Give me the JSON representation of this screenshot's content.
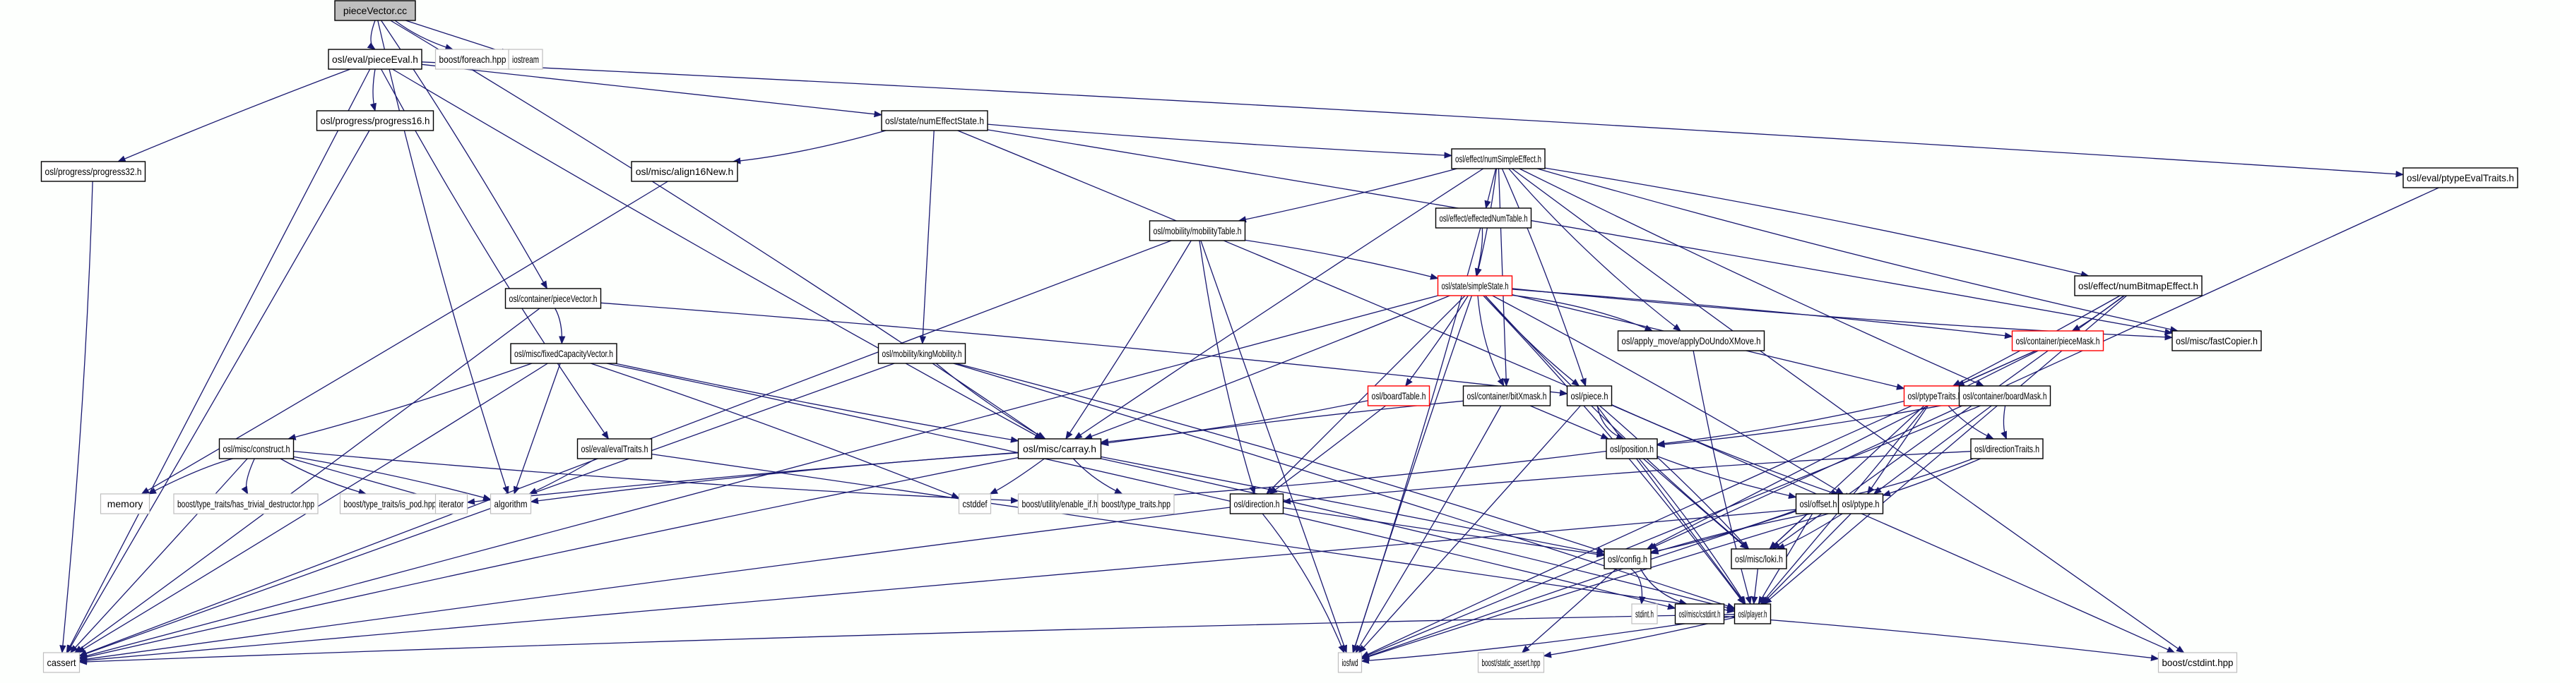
{
  "title": "pieceVector.cc",
  "colors": {
    "edge": "#191970",
    "border_normal": "#000000",
    "border_truncated": "#ff0000",
    "border_system": "#bfbfbf",
    "fill_root": "#bfbfbf",
    "fill_normal": "#ffffff",
    "background": "#fdfffd"
  },
  "nodes": [
    {
      "id": "root",
      "label": "pieceVector.cc",
      "kind": "root"
    },
    {
      "id": "pieceEval",
      "label": "osl/eval/pieceEval.h",
      "kind": "normal"
    },
    {
      "id": "foreach",
      "label": "boost/foreach.hpp",
      "kind": "system"
    },
    {
      "id": "iostream",
      "label": "iostream",
      "kind": "system"
    },
    {
      "id": "progress16",
      "label": "osl/progress/progress16.h",
      "kind": "normal"
    },
    {
      "id": "numEffectState",
      "label": "osl/state/numEffectState.h",
      "kind": "normal"
    },
    {
      "id": "progress32",
      "label": "osl/progress/progress32.h",
      "kind": "normal"
    },
    {
      "id": "align16New",
      "label": "osl/misc/align16New.h",
      "kind": "normal"
    },
    {
      "id": "numSimpleEffect",
      "label": "osl/effect/numSimpleEffect.h",
      "kind": "normal"
    },
    {
      "id": "ptypeEvalTraits",
      "label": "osl/eval/ptypeEvalTraits.h",
      "kind": "normal"
    },
    {
      "id": "mobilityTable",
      "label": "osl/mobility/mobilityTable.h",
      "kind": "normal"
    },
    {
      "id": "effectedNumTable",
      "label": "osl/effect/effectedNumTable.h",
      "kind": "normal"
    },
    {
      "id": "numBitmapEffect",
      "label": "osl/effect/numBitmapEffect.h",
      "kind": "normal"
    },
    {
      "id": "simpleState",
      "label": "osl/state/simpleState.h",
      "kind": "truncated"
    },
    {
      "id": "containerPieceVector",
      "label": "osl/container/pieceVector.h",
      "kind": "normal"
    },
    {
      "id": "applyDoUndoXMove",
      "label": "osl/apply_move/applyDoUndoXMove.h",
      "kind": "normal"
    },
    {
      "id": "pieceMask",
      "label": "osl/container/pieceMask.h",
      "kind": "truncated"
    },
    {
      "id": "fastCopier",
      "label": "osl/misc/fastCopier.h",
      "kind": "normal"
    },
    {
      "id": "fixedCapacityVector",
      "label": "osl/misc/fixedCapacityVector.h",
      "kind": "normal"
    },
    {
      "id": "kingMobility",
      "label": "osl/mobility/kingMobility.h",
      "kind": "normal"
    },
    {
      "id": "boardTable",
      "label": "osl/boardTable.h",
      "kind": "truncated"
    },
    {
      "id": "bitXmask",
      "label": "osl/container/bitXmask.h",
      "kind": "normal"
    },
    {
      "id": "piece",
      "label": "osl/piece.h",
      "kind": "normal"
    },
    {
      "id": "ptypeTraits",
      "label": "osl/ptypeTraits.h",
      "kind": "truncated"
    },
    {
      "id": "boardMask",
      "label": "osl/container/boardMask.h",
      "kind": "normal"
    },
    {
      "id": "construct",
      "label": "osl/misc/construct.h",
      "kind": "normal"
    },
    {
      "id": "evalTraits",
      "label": "osl/eval/evalTraits.h",
      "kind": "normal"
    },
    {
      "id": "carray",
      "label": "osl/misc/carray.h",
      "kind": "normal"
    },
    {
      "id": "position",
      "label": "osl/position.h",
      "kind": "normal"
    },
    {
      "id": "directionTraits",
      "label": "osl/directionTraits.h",
      "kind": "normal"
    },
    {
      "id": "memory",
      "label": "memory",
      "kind": "system"
    },
    {
      "id": "hasTrivialDestructor",
      "label": "boost/type_traits/has_trivial_destructor.hpp",
      "kind": "system"
    },
    {
      "id": "isPod",
      "label": "boost/type_traits/is_pod.hpp",
      "kind": "system"
    },
    {
      "id": "iterator",
      "label": "iterator",
      "kind": "system"
    },
    {
      "id": "algorithm",
      "label": "algorithm",
      "kind": "system"
    },
    {
      "id": "cstddef",
      "label": "cstddef",
      "kind": "system"
    },
    {
      "id": "enableIf",
      "label": "boost/utility/enable_if.hpp",
      "kind": "system"
    },
    {
      "id": "typeTraits",
      "label": "boost/type_traits.hpp",
      "kind": "system"
    },
    {
      "id": "direction",
      "label": "osl/direction.h",
      "kind": "normal"
    },
    {
      "id": "offset",
      "label": "osl/offset.h",
      "kind": "normal"
    },
    {
      "id": "ptype",
      "label": "osl/ptype.h",
      "kind": "normal"
    },
    {
      "id": "config",
      "label": "osl/config.h",
      "kind": "normal"
    },
    {
      "id": "loki",
      "label": "osl/misc/loki.h",
      "kind": "normal"
    },
    {
      "id": "stdint",
      "label": "stdint.h",
      "kind": "system"
    },
    {
      "id": "cstdintH",
      "label": "osl/misc/cstdint.h",
      "kind": "normal"
    },
    {
      "id": "player",
      "label": "osl/player.h",
      "kind": "normal"
    },
    {
      "id": "cassert",
      "label": "cassert",
      "kind": "system"
    },
    {
      "id": "iosfwd",
      "label": "iosfwd",
      "kind": "system"
    },
    {
      "id": "staticAssert",
      "label": "boost/static_assert.hpp",
      "kind": "system"
    },
    {
      "id": "boostCstdint",
      "label": "boost/cstdint.hpp",
      "kind": "system"
    }
  ],
  "edges": [
    [
      "root",
      "pieceEval"
    ],
    [
      "root",
      "foreach"
    ],
    [
      "root",
      "iostream"
    ],
    [
      "root",
      "containerPieceVector"
    ],
    [
      "root",
      "carray"
    ],
    [
      "root",
      "algorithm"
    ],
    [
      "pieceEval",
      "progress16"
    ],
    [
      "pieceEval",
      "numEffectState"
    ],
    [
      "pieceEval",
      "progress32"
    ],
    [
      "pieceEval",
      "ptypeEvalTraits"
    ],
    [
      "pieceEval",
      "evalTraits"
    ],
    [
      "pieceEval",
      "carray"
    ],
    [
      "pieceEval",
      "cassert"
    ],
    [
      "progress16",
      "cassert"
    ],
    [
      "progress32",
      "cassert"
    ],
    [
      "numEffectState",
      "align16New"
    ],
    [
      "numEffectState",
      "numSimpleEffect"
    ],
    [
      "numEffectState",
      "kingMobility"
    ],
    [
      "numEffectState",
      "fastCopier"
    ],
    [
      "numEffectState",
      "boostCstdint"
    ],
    [
      "align16New",
      "memory"
    ],
    [
      "numSimpleEffect",
      "mobilityTable"
    ],
    [
      "numSimpleEffect",
      "effectedNumTable"
    ],
    [
      "numSimpleEffect",
      "simpleState"
    ],
    [
      "numSimpleEffect",
      "numBitmapEffect"
    ],
    [
      "numSimpleEffect",
      "applyDoUndoXMove"
    ],
    [
      "numSimpleEffect",
      "boardMask"
    ],
    [
      "numSimpleEffect",
      "bitXmask"
    ],
    [
      "numSimpleEffect",
      "piece"
    ],
    [
      "numSimpleEffect",
      "carray"
    ],
    [
      "numSimpleEffect",
      "fastCopier"
    ],
    [
      "numSimpleEffect",
      "boostCstdint"
    ],
    [
      "ptypeEvalTraits",
      "config"
    ],
    [
      "mobilityTable",
      "simpleState"
    ],
    [
      "mobilityTable",
      "carray"
    ],
    [
      "mobilityTable",
      "direction"
    ],
    [
      "mobilityTable",
      "cassert"
    ],
    [
      "mobilityTable",
      "iosfwd"
    ],
    [
      "effectedNumTable",
      "simpleState"
    ],
    [
      "effectedNumTable",
      "iosfwd"
    ],
    [
      "numBitmapEffect",
      "pieceMask"
    ],
    [
      "numBitmapEffect",
      "ptypeTraits"
    ],
    [
      "numBitmapEffect",
      "loki"
    ],
    [
      "numBitmapEffect",
      "player"
    ],
    [
      "simpleState",
      "boardTable"
    ],
    [
      "simpleState",
      "bitXmask"
    ],
    [
      "simpleState",
      "piece"
    ],
    [
      "simpleState",
      "ptypeTraits"
    ],
    [
      "simpleState",
      "pieceMask"
    ],
    [
      "simpleState",
      "applyDoUndoXMove"
    ],
    [
      "simpleState",
      "fastCopier"
    ],
    [
      "simpleState",
      "carray"
    ],
    [
      "simpleState",
      "direction"
    ],
    [
      "simpleState",
      "ptype"
    ],
    [
      "simpleState",
      "player"
    ],
    [
      "simpleState",
      "loki"
    ],
    [
      "simpleState",
      "iosfwd"
    ],
    [
      "simpleState",
      "cassert"
    ],
    [
      "containerPieceVector",
      "fixedCapacityVector"
    ],
    [
      "containerPieceVector",
      "piece"
    ],
    [
      "containerPieceVector",
      "cassert"
    ],
    [
      "applyDoUndoXMove",
      "player"
    ],
    [
      "pieceMask",
      "ptypeTraits"
    ],
    [
      "pieceMask",
      "config"
    ],
    [
      "pieceMask",
      "iosfwd"
    ],
    [
      "fixedCapacityVector",
      "construct"
    ],
    [
      "fixedCapacityVector",
      "carray"
    ],
    [
      "fixedCapacityVector",
      "algorithm"
    ],
    [
      "fixedCapacityVector",
      "cstddef"
    ],
    [
      "fixedCapacityVector",
      "cstdintH"
    ],
    [
      "fixedCapacityVector",
      "cassert"
    ],
    [
      "kingMobility",
      "carray"
    ],
    [
      "kingMobility",
      "cassert"
    ],
    [
      "kingMobility",
      "player"
    ],
    [
      "kingMobility",
      "config"
    ],
    [
      "boardTable",
      "carray"
    ],
    [
      "boardTable",
      "direction"
    ],
    [
      "bitXmask",
      "position"
    ],
    [
      "bitXmask",
      "carray"
    ],
    [
      "bitXmask",
      "iosfwd"
    ],
    [
      "piece",
      "position"
    ],
    [
      "piece",
      "ptype"
    ],
    [
      "piece",
      "player"
    ],
    [
      "piece",
      "loki"
    ],
    [
      "piece",
      "iosfwd"
    ],
    [
      "ptypeTraits",
      "position"
    ],
    [
      "ptypeTraits",
      "directionTraits"
    ],
    [
      "ptypeTraits",
      "ptype"
    ],
    [
      "ptypeTraits",
      "loki"
    ],
    [
      "ptypeTraits",
      "player"
    ],
    [
      "boardMask",
      "position"
    ],
    [
      "boardMask",
      "directionTraits"
    ],
    [
      "boardMask",
      "ptype"
    ],
    [
      "boardMask",
      "iosfwd"
    ],
    [
      "construct",
      "memory"
    ],
    [
      "construct",
      "hasTrivialDestructor"
    ],
    [
      "construct",
      "isPod"
    ],
    [
      "construct",
      "iterator"
    ],
    [
      "construct",
      "algorithm"
    ],
    [
      "construct",
      "cassert"
    ],
    [
      "construct",
      "enableIf"
    ],
    [
      "evalTraits",
      "algorithm"
    ],
    [
      "evalTraits",
      "player"
    ],
    [
      "carray",
      "iterator"
    ],
    [
      "carray",
      "algorithm"
    ],
    [
      "carray",
      "cstddef"
    ],
    [
      "carray",
      "typeTraits"
    ],
    [
      "carray",
      "config"
    ],
    [
      "carray",
      "player"
    ],
    [
      "carray",
      "cassert"
    ],
    [
      "position",
      "enableIf"
    ],
    [
      "position",
      "offset"
    ],
    [
      "position",
      "loki"
    ],
    [
      "position",
      "player"
    ],
    [
      "directionTraits",
      "direction"
    ],
    [
      "directionTraits",
      "offset"
    ],
    [
      "directionTraits",
      "ptype"
    ],
    [
      "direction",
      "config"
    ],
    [
      "direction",
      "cassert"
    ],
    [
      "direction",
      "iosfwd"
    ],
    [
      "offset",
      "config"
    ],
    [
      "offset",
      "loki"
    ],
    [
      "offset",
      "player"
    ],
    [
      "offset",
      "iosfwd"
    ],
    [
      "ptype",
      "config"
    ],
    [
      "ptype",
      "loki"
    ],
    [
      "ptype",
      "player"
    ],
    [
      "ptype",
      "cassert"
    ],
    [
      "ptype",
      "iosfwd"
    ],
    [
      "config",
      "stdint"
    ],
    [
      "config",
      "cstdintH"
    ],
    [
      "config",
      "staticAssert"
    ],
    [
      "loki",
      "player"
    ],
    [
      "cstdintH",
      "boostCstdint"
    ],
    [
      "player",
      "cassert"
    ],
    [
      "player",
      "iosfwd"
    ],
    [
      "player",
      "staticAssert"
    ]
  ]
}
